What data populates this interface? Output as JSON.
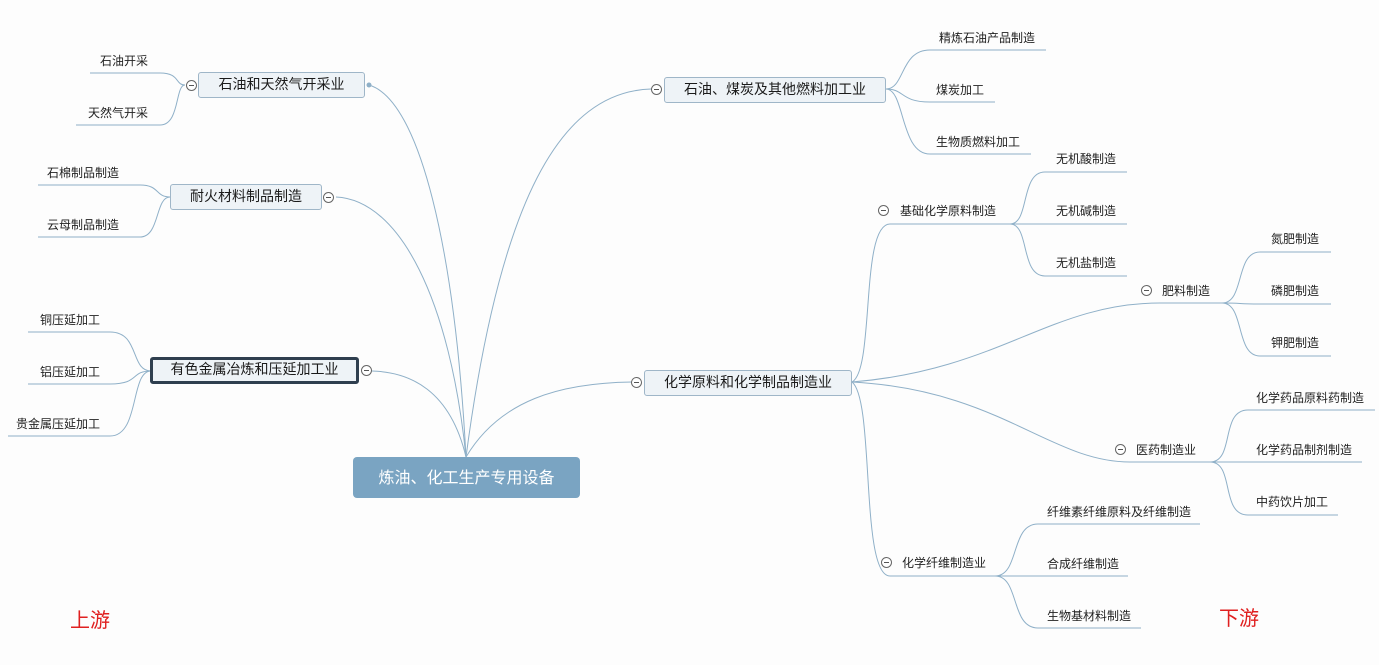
{
  "root": "炼油、化工生产专用设备",
  "upstream_label": "上游",
  "downstream_label": "下游",
  "upstream": [
    {
      "label": "石油和天然气开采业",
      "children": [
        "石油开采",
        "天然气开采"
      ]
    },
    {
      "label": "耐火材料制品制造",
      "children": [
        "石棉制品制造",
        "云母制品制造"
      ]
    },
    {
      "label": "有色金属冶炼和压延加工业",
      "children": [
        "铜压延加工",
        "铝压延加工",
        "贵金属压延加工"
      ]
    }
  ],
  "downstream": [
    {
      "label": "石油、煤炭及其他燃料加工业",
      "children": [
        "精炼石油产品制造",
        "煤炭加工",
        "生物质燃料加工"
      ]
    },
    {
      "label": "化学原料和化学制品制造业",
      "children": [
        {
          "label": "基础化学原料制造",
          "children": [
            "无机酸制造",
            "无机碱制造",
            "无机盐制造"
          ]
        },
        {
          "label": "肥料制造",
          "children": [
            "氮肥制造",
            "磷肥制造",
            "钾肥制造"
          ]
        },
        {
          "label": "医药制造业",
          "children": [
            "化学药品原料药制造",
            "化学药品制剂制造",
            "中药饮片加工"
          ]
        },
        {
          "label": "化学纤维制造业",
          "children": [
            "纤维素纤维原料及纤维制造",
            "合成纤维制造",
            "生物基材料制造"
          ]
        }
      ]
    }
  ],
  "colors": {
    "line": "#8fb0c8",
    "root_fill": "#7aa4c2",
    "node_fill": "#eef3f7",
    "corner_text": "#e02020"
  }
}
